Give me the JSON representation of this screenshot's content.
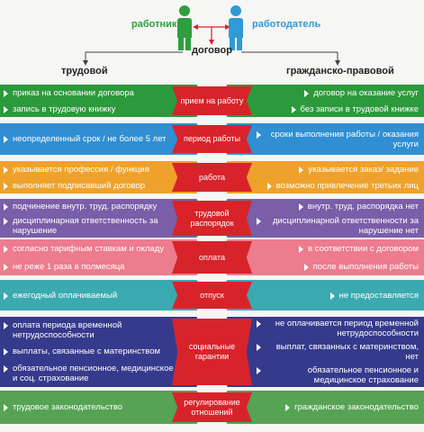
{
  "header": {
    "employee": "работник",
    "employer": "работодатель",
    "contract": "договор",
    "left_title": "трудовой",
    "right_title": "гражданско-правовой"
  },
  "colors": {
    "employee": "#2e9e3f",
    "employer": "#2f9ad6",
    "center": "#d8232a"
  },
  "rows": [
    {
      "label": "прием на работу",
      "color": "#2c9a3c",
      "left": [
        "приказ на основании договора",
        "запись в трудовую книжку"
      ],
      "right": [
        "договор на оказание услуг",
        "без записи в трудовой книжке"
      ]
    },
    {
      "label": "период работы",
      "color": "#2f8fd2",
      "left": [
        "неопределенный срок / не более 5 лет"
      ],
      "right": [
        "сроки выполнения работы / оказания услуги"
      ]
    },
    {
      "label": "работа",
      "color": "#efa22b",
      "left": [
        "указывается профессия / функция",
        "выполняет подписавший договор"
      ],
      "right": [
        "указывается заказ/ задание",
        "возможно привлечение третьих лиц"
      ]
    },
    {
      "label": "трудовой распорядок",
      "color": "#7a5ea8",
      "left": [
        "подчинение внутр. труд. распорядку",
        "дисциплинарная ответственность за нарушение"
      ],
      "right": [
        "внутр. труд. распорядка нет",
        "дисциплинарной ответственности за нарушение нет"
      ]
    },
    {
      "label": "оплата",
      "color": "#ec7c8e",
      "left": [
        "согласно тарифным ставкам и окладу",
        "не реже 1 раза в полмесяца"
      ],
      "right": [
        "в соответствии с договором",
        "после выполнения работы"
      ]
    },
    {
      "label": "отпуск",
      "color": "#3aaab0",
      "left": [
        "ежегодный оплачиваемый"
      ],
      "right": [
        "не предоставляется"
      ]
    },
    {
      "label": "социальные гарантии",
      "color": "#363a8c",
      "left": [
        "оплата периода временной нетрудоспособности",
        "выплаты, связанные с материнством",
        "обязательное пенсионное, медицинское и соц. страхование"
      ],
      "right": [
        "не оплачивается период временной нетрудоспособности",
        "выплат, связанных с материнством, нет",
        "обязательное пенсионное и медицинское страхование"
      ]
    },
    {
      "label": "регулирование отношений",
      "color": "#55a353",
      "left": [
        "трудовое законодательство"
      ],
      "right": [
        "гражданское законодательство"
      ]
    }
  ]
}
